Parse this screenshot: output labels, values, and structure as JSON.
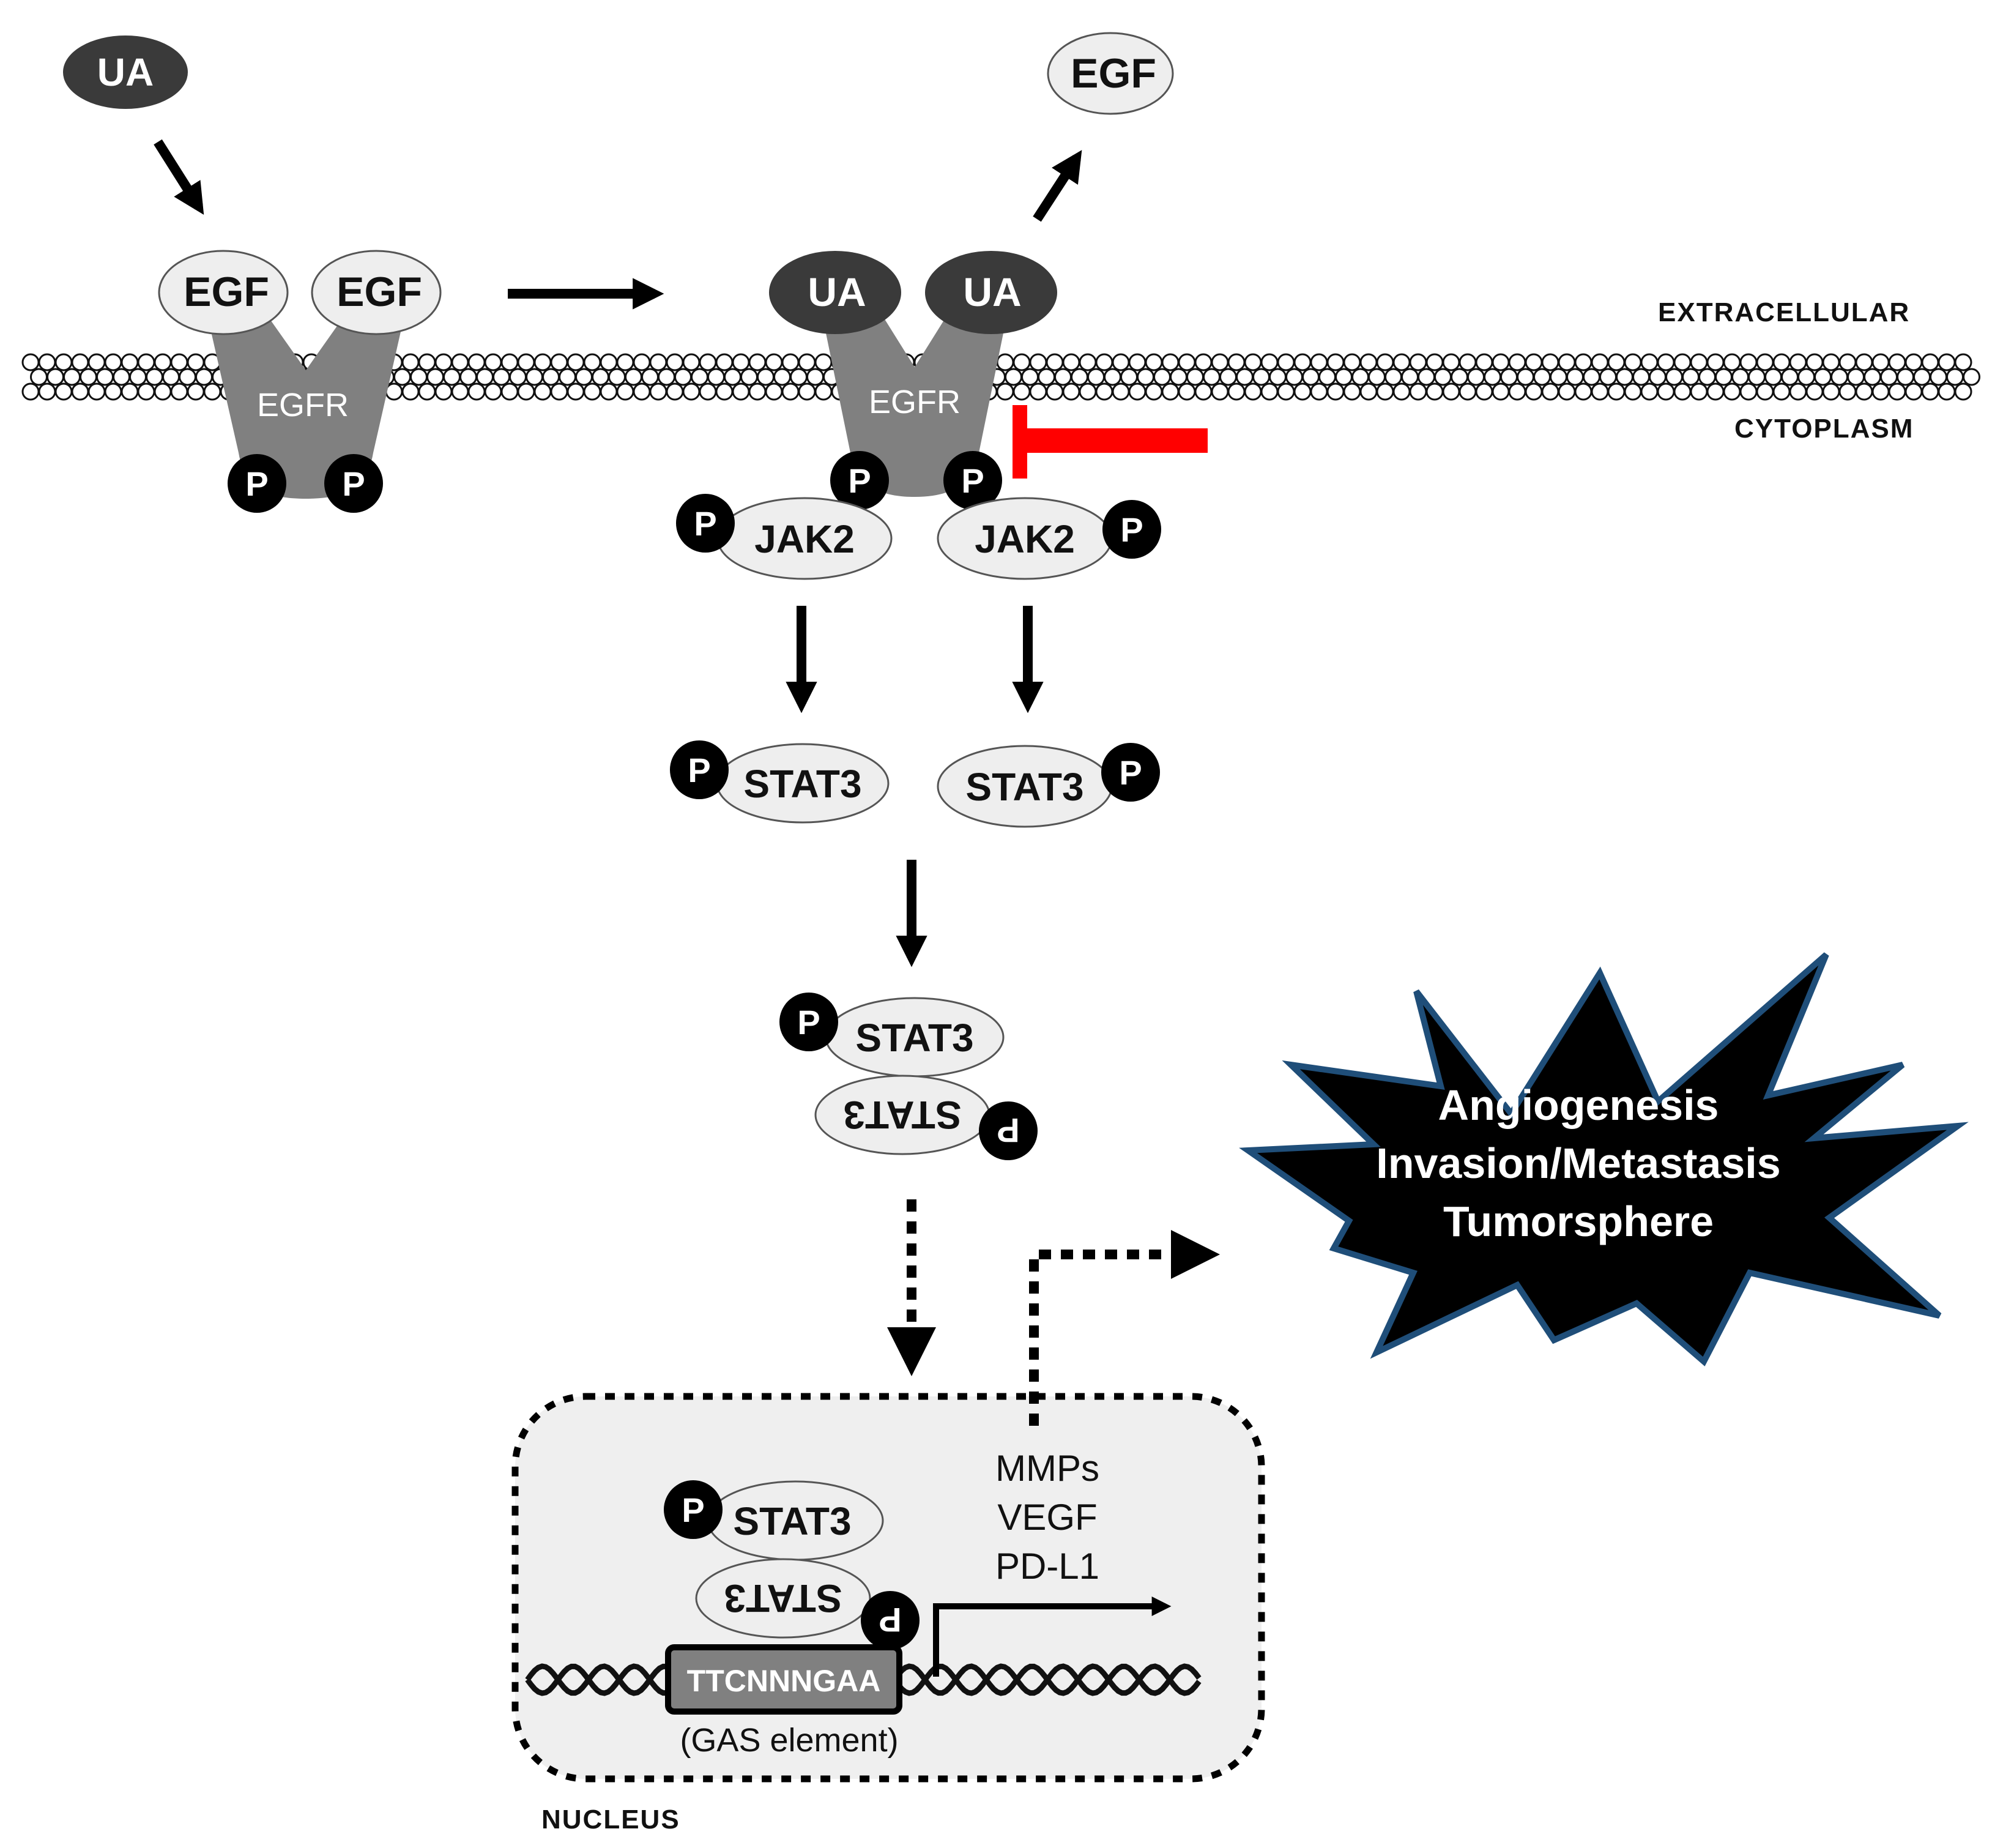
{
  "labels": {
    "ua": "UA",
    "egf": "EGF",
    "egfr": "EGFR",
    "jak2": "JAK2",
    "stat3": "STAT3",
    "p": "P",
    "extracellular": "EXTRACELLULAR",
    "cytoplasm": "CYTOPLASM",
    "nucleus": "NUCLEUS",
    "gas_seq": "TTCNNNGAA",
    "gas_label": "(GAS element)",
    "genes": [
      "MMPs",
      "VEGF",
      "PD-L1"
    ],
    "outcomes": [
      "Angiogenesis",
      "Invasion/Metastasis",
      "Tumorsphere"
    ]
  },
  "colors": {
    "dark_ellipse": "#3a3a3a",
    "light_ellipse": "#eeeeee",
    "receptor": "#808080",
    "inhibit": "#ff0000",
    "nucleus_fill": "#efefef",
    "burst_fill": "#000000",
    "burst_stroke": "#1f4e79"
  }
}
